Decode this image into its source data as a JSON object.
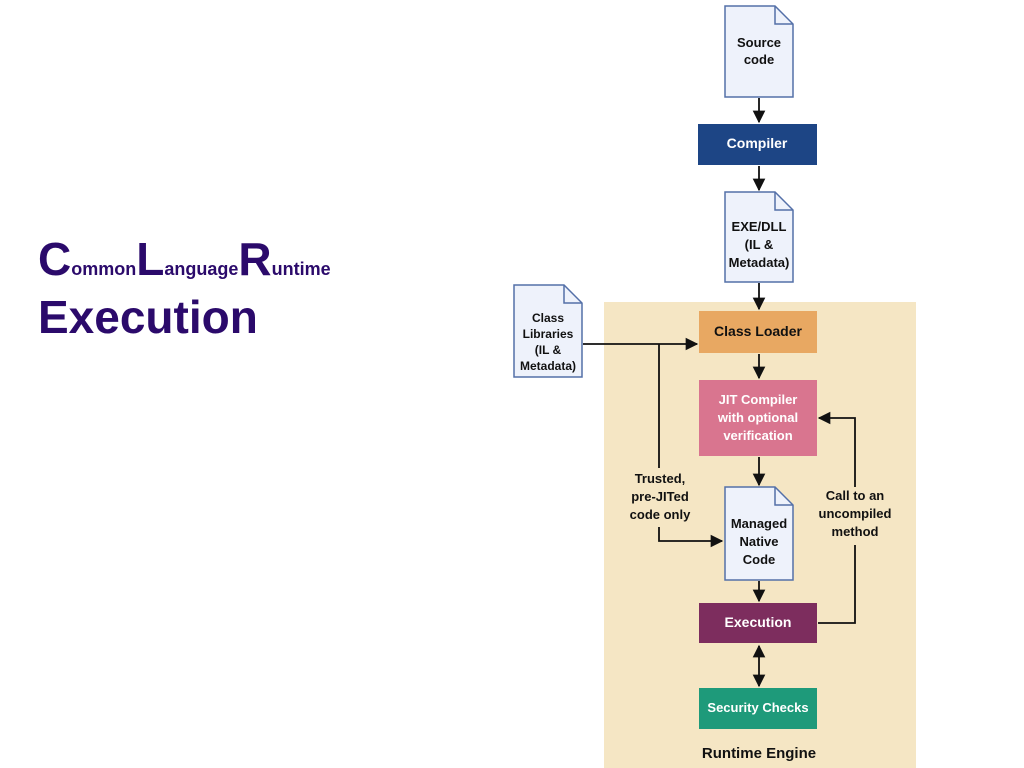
{
  "title": {
    "w1_initial": "C",
    "w1_rest": "ommon",
    "w2_initial": "L",
    "w2_rest": "anguage",
    "w3_initial": "R",
    "w3_rest": "untime",
    "line2": "Execution"
  },
  "diagram": {
    "source_code": [
      "Source",
      "code"
    ],
    "compiler": "Compiler",
    "exe_dll": [
      "EXE/DLL",
      "(IL &",
      "Metadata)"
    ],
    "class_libraries": [
      "Class",
      "Libraries",
      "(IL &",
      "Metadata)"
    ],
    "class_loader": "Class Loader",
    "jit_compiler": [
      "JIT Compiler",
      "with optional",
      "verification"
    ],
    "trusted_note": [
      "Trusted,",
      "pre-JITed",
      "code only"
    ],
    "managed_native_code": [
      "Managed",
      "Native",
      "Code"
    ],
    "call_note": [
      "Call to an",
      "uncompiled",
      "method"
    ],
    "execution": "Execution",
    "security_checks": "Security Checks",
    "runtime_engine": "Runtime Engine"
  },
  "colors": {
    "title": "#2b0a6b",
    "runtime_bg": "#f5e6c4",
    "compiler": "#1d4585",
    "class_loader": "#e8a862",
    "jit": "#d9758f",
    "execution": "#7d2d5e",
    "security": "#1e9a7a",
    "document_fill": "#eef2fb",
    "document_stroke": "#5470a8"
  }
}
